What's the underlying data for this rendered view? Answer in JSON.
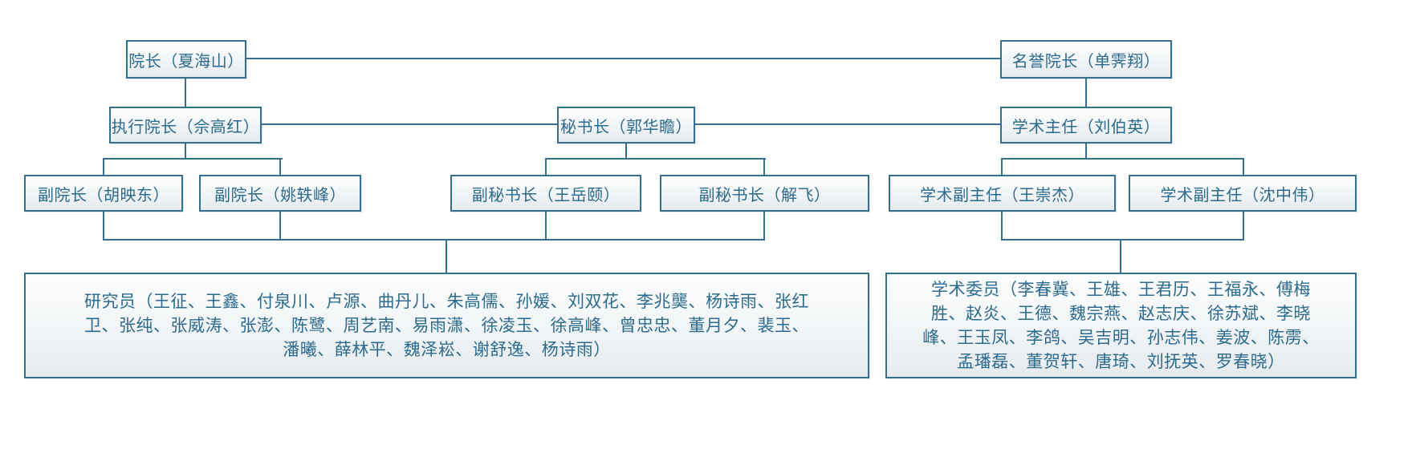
{
  "style": {
    "line_color": "#35708f",
    "text_color": "#2c6b8e",
    "box_fill_top": "#fcfdfe",
    "box_fill_bottom": "#e7ebee",
    "background": "#ffffff"
  },
  "org_chart": {
    "nodes": {
      "dean": {
        "label": "院长（夏海山）"
      },
      "honorary_dean": {
        "label": "名誉院长（单霁翔）"
      },
      "executive_dean": {
        "label": "执行院长（佘高红）"
      },
      "secretary_general": {
        "label": "秘书长（郭华瞻）"
      },
      "academic_director": {
        "label": "学术主任（刘伯英）"
      },
      "vice_dean_1": {
        "label": "副院长（胡映东）"
      },
      "vice_dean_2": {
        "label": "副院长（姚轶峰）"
      },
      "deputy_secretary_general_1": {
        "label": "副秘书长（王岳颐）"
      },
      "deputy_secretary_general_2": {
        "label": "副秘书长（解飞）"
      },
      "academic_deputy_director_1": {
        "label": "学术副主任（王崇杰）"
      },
      "academic_deputy_director_2": {
        "label": "学术副主任（沈中伟）"
      },
      "researchers": {
        "label": "研究员（王征、王鑫、付泉川、卢源、曲丹儿、朱高儒、孙媛、刘双花、李兆龑、杨诗雨、张红\n卫、张纯、张威涛、张澎、陈鹭、周艺南、易雨潇、徐凌玉、徐高峰、曾忠忠、董月夕、裴玉、\n潘曦、薛林平、魏泽崧、谢舒逸、杨诗雨）"
      },
      "academic_committee": {
        "label": "学术委员（李春冀、王雄、王君历、王福永、傅梅\n胜、赵炎、王德、魏宗燕、赵志庆、徐苏斌、李晓\n峰、王玉凤、李鸽、吴吉明、孙志伟、姜波、陈雳、\n孟璠磊、董贺轩、唐琦、刘抚英、罗春晓）"
      }
    }
  }
}
